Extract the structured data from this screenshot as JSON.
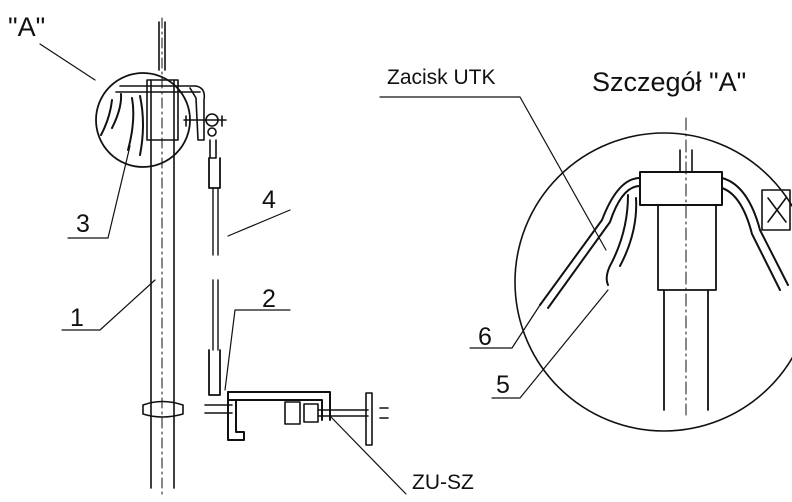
{
  "labels": {
    "callout_a": "\"A\"",
    "part_1": "1",
    "part_2": "2",
    "part_3": "3",
    "part_4": "4",
    "part_5": "5",
    "part_6": "6",
    "clamp_utk": "Zacisk UTK",
    "detail_title": "Szczegół  \"A\"",
    "clamp_zu": "ZU-SZ"
  },
  "colors": {
    "ink": "#111111",
    "paper": "#ffffff"
  }
}
